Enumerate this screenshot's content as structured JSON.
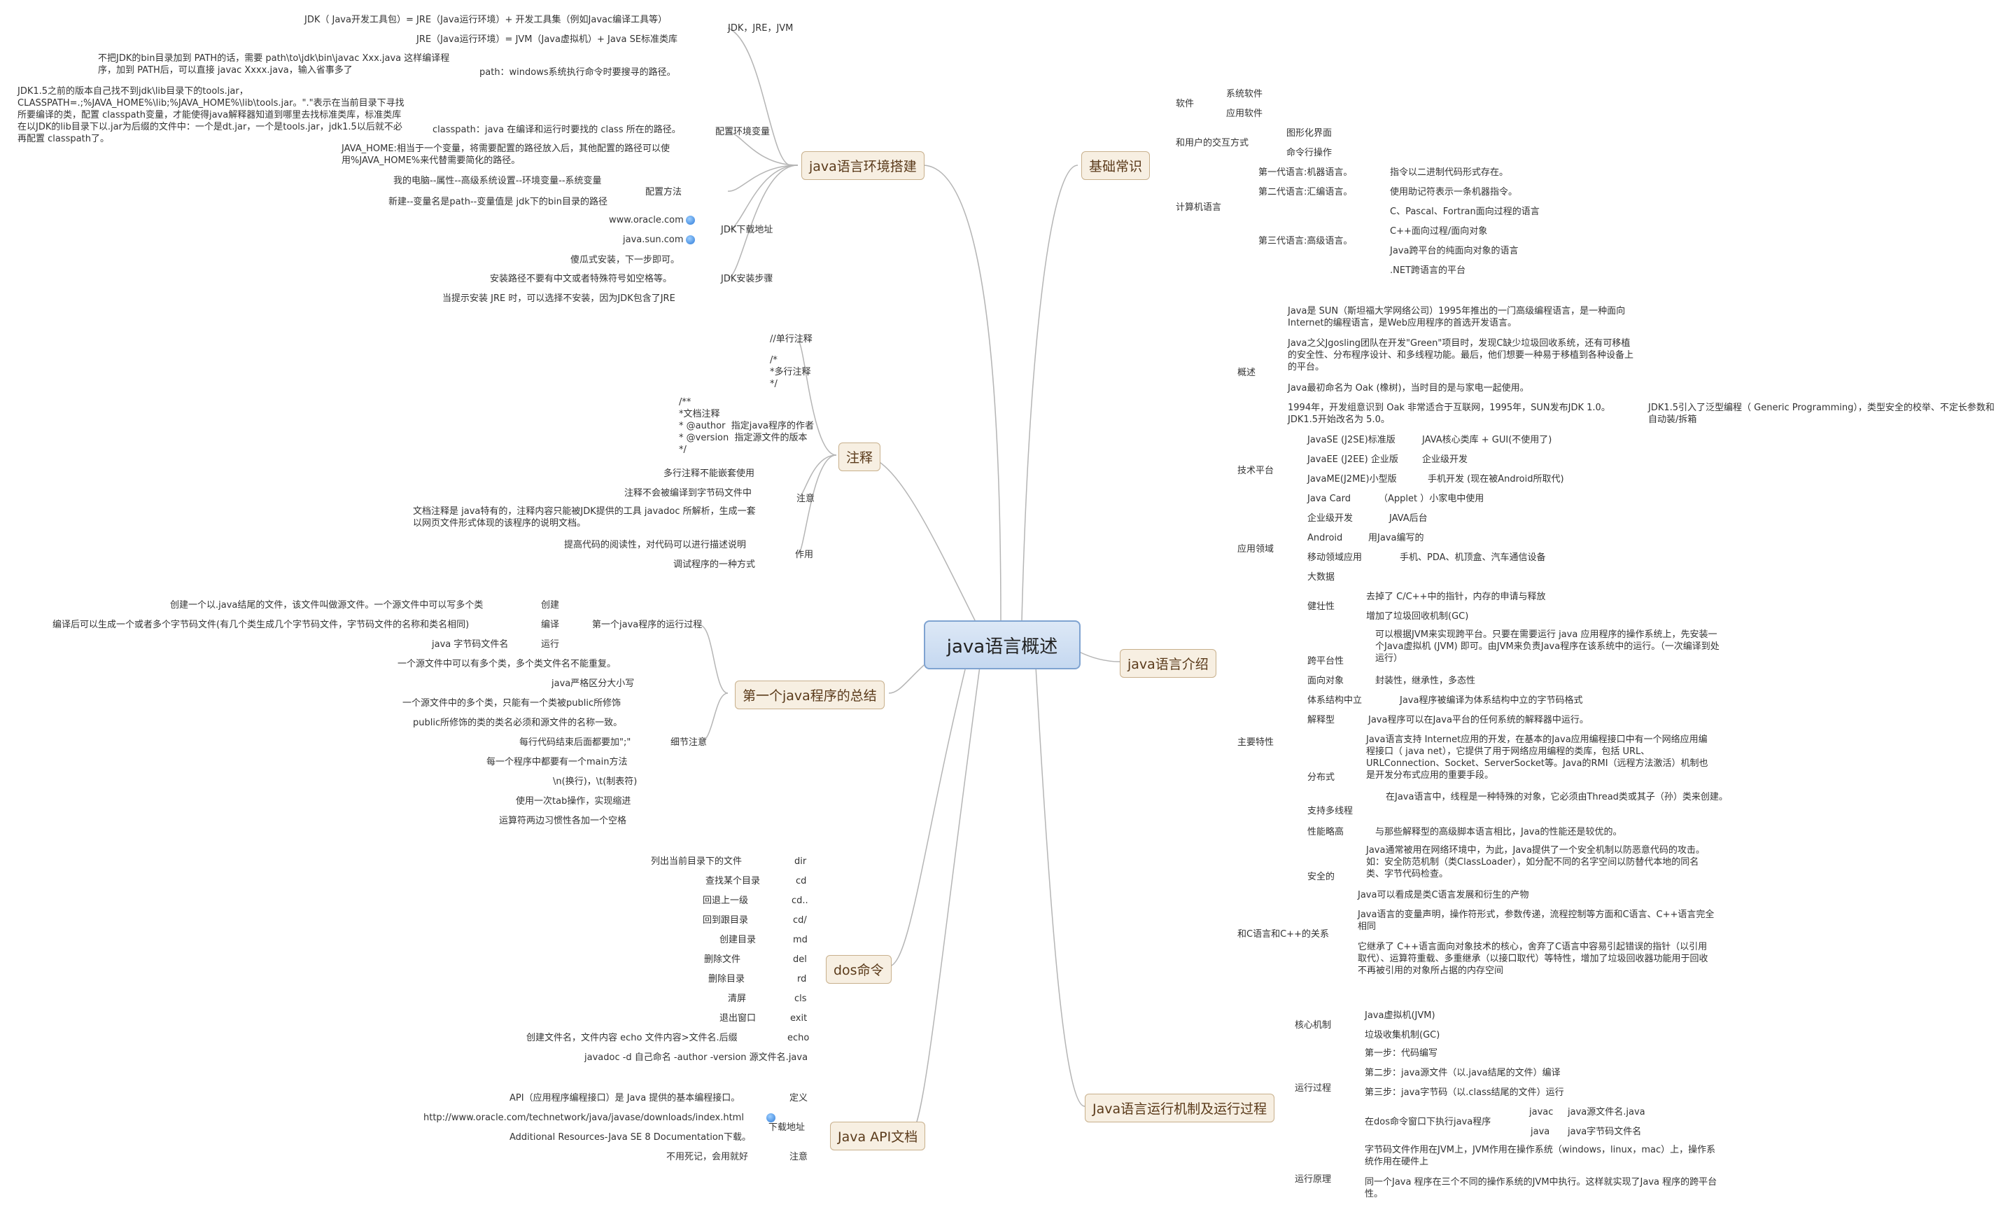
{
  "center": "java语言概述",
  "main": {
    "basics": "基础常识",
    "env": "java语言环境搭建",
    "comments": "注释",
    "first": "第一个java程序的总结",
    "dos": "dos命令",
    "api": "Java API文档",
    "intro": "java语言介绍",
    "runtime": "Java语言运行机制及运行过程"
  },
  "env": {
    "jdk_jre_jvm": "JDK，JRE，JVM",
    "jdk_def": "JDK（ Java开发工具包）= JRE（Java运行环境）+ 开发工具集（例如Javac编译工具等）",
    "jre_def": "JRE（Java运行环境）= JVM（Java虚拟机）+ Java SE标准类库",
    "config": "配置环境变量",
    "path": "path：windows系统执行命令时要搜寻的路径。",
    "path_note": "不把JDK的bin目录加到 PATH的话，需要 path\\to\\jdk\\bin\\javac Xxx.java 这样编译程序，加到 PATH后，可以直接 javac Xxxx.java，输入省事多了",
    "classpath": "classpath：java 在编译和运行时要找的 class 所在的路径。",
    "classpath_note": "JDK1.5之前的版本自己找不到jdk\\lib目录下的tools.jar，CLASSPATH=.;%JAVA_HOME%\\lib;%JAVA_HOME%\\lib\\tools.jar。\".\"表示在当前目录下寻找所要编译的类，配置 classpath变量，才能使得java解释器知道到哪里去找标准类库，标准类库在以JDK的lib目录下以.jar为后缀的文件中：一个是dt.jar，一个是tools.jar，jdk1.5以后就不必再配置 classpath了。",
    "java_home": "JAVA_HOME:相当于一个变量，将需要配置的路径放入后，其他配置的路径可以使用%JAVA_HOME%来代替需要简化的路径。",
    "method": "配置方法",
    "method1": "我的电脑--属性--高级系统设置--环境变量--系统变量",
    "method2": "新建--变量名是path--变量值是 jdk下的bin目录的路径",
    "download": "JDK下载地址",
    "url1": "www.oracle.com",
    "url2": "java.sun.com",
    "install": "JDK安装步骤",
    "install1": "傻瓜式安装，下一步即可。",
    "install2": "安装路径不要有中文或者特殊符号如空格等。",
    "install3": "当提示安装 JRE 时，可以选择不安装，因为JDK包含了JRE"
  },
  "comments": {
    "single": "//单行注释",
    "multi": "/*\n*多行注释\n*/",
    "doc": "/**\n*文档注释\n* @author  指定java程序的作者\n* @version  指定源文件的版本\n*/",
    "notes": "注意",
    "note1": "多行注释不能嵌套使用",
    "note2": "注释不会被编译到字节码文件中",
    "note3": "文档注释是 java特有的，注释内容只能被JDK提供的工具 javadoc 所解析，生成一套以网页文件形式体现的该程序的说明文档。",
    "effect": "作用",
    "effect1": "提高代码的阅读性，对代码可以进行描述说明",
    "effect2": "调试程序的一种方式"
  },
  "first": {
    "process": "第一个java程序的运行过程",
    "create": "创建",
    "create_desc": "创建一个以.java结尾的文件，该文件叫做源文件。一个源文件中可以写多个类",
    "compile": "编译",
    "compile_desc": "编译后可以生成一个或者多个字节码文件(有几个类生成几个字节码文件，字节码文件的名称和类名相同)",
    "run": "运行",
    "run_desc": "java 字节码文件名",
    "detail": "细节注意",
    "d1": "一个源文件中可以有多个类，多个类文件名不能重复。",
    "d2": "java严格区分大小写",
    "d3": "一个源文件中的多个类，只能有一个类被public所修饰",
    "d4": "public所修饰的类的类名必须和源文件的名称一致。",
    "d5": "每行代码结束后面都要加\";\"",
    "d6": "每一个程序中都要有一个main方法",
    "d7": "\\n(换行)，\\t(制表符)",
    "d8": "使用一次tab操作，实现缩进",
    "d9": "运算符两边习惯性各加一个空格"
  },
  "dos": [
    {
      "desc": "列出当前目录下的文件",
      "cmd": "dir"
    },
    {
      "desc": "查找某个目录",
      "cmd": "cd"
    },
    {
      "desc": "回退上一级",
      "cmd": "cd.."
    },
    {
      "desc": "回到跟目录",
      "cmd": "cd/"
    },
    {
      "desc": "创建目录",
      "cmd": "md"
    },
    {
      "desc": "删除文件",
      "cmd": "del"
    },
    {
      "desc": "删除目录",
      "cmd": "rd"
    },
    {
      "desc": "清屏",
      "cmd": "cls"
    },
    {
      "desc": "退出窗口",
      "cmd": "exit"
    },
    {
      "desc": "创建文件名，文件内容  echo 文件内容>文件名.后缀",
      "cmd": "echo"
    },
    {
      "desc": "javadoc -d 自己命名 -author -version 源文件名.java",
      "cmd": ""
    }
  ],
  "api": {
    "def": "定义",
    "def_desc": "API（应用程序编程接口）是 Java 提供的基本编程接口。",
    "download": "下载地址",
    "url": "http://www.oracle.com/technetwork/java/javase/downloads/index.html",
    "url_note": "Additional Resources-Java SE 8 Documentation下载。",
    "note": "注意",
    "note_desc": "不用死记，会用就好"
  },
  "basics": {
    "software": "软件",
    "sys_sw": "系统软件",
    "app_sw": "应用软件",
    "interact": "和用户的交互方式",
    "gui": "图形化界面",
    "cli": "命令行操作",
    "lang": "计算机语言",
    "gen1": "第一代语言:机器语言。",
    "gen1_desc": "指令以二进制代码形式存在。",
    "gen2": "第二代语言:汇编语言。",
    "gen2_desc": "使用助记符表示一条机器指令。",
    "gen3": "第三代语言:高级语言。",
    "gen3_a": "C、Pascal、Fortran面向过程的语言",
    "gen3_b": "C++面向过程/面向对象",
    "gen3_c": "Java跨平台的纯面向对象的语言",
    "gen3_d": ".NET跨语言的平台"
  },
  "intro": {
    "overview": "概述",
    "ov1": "Java是 SUN（斯坦福大学网络公司）1995年推出的一门高级编程语言，是一种面向Internet的编程语言，是Web应用程序的首选开发语言。",
    "ov2": "Java之父Jgosling团队在开发\"Green\"项目时，发现C缺少垃圾回收系统，还有可移植的安全性、分布程序设计、和多线程功能。最后，他们想要一种易于移植到各种设备上的平台。",
    "ov3": "Java最初命名为 Oak (橡树)，当时目的是与家电一起使用。",
    "ov4": "1994年，开发组意识到 Oak 非常适合于互联网，1995年，SUN发布JDK 1.0。JDK1.5开始改名为 5.0。",
    "ov4b": "JDK1.5引入了泛型编程（ Generic Programming），类型安全的校举、不定长参数和自动装/拆箱",
    "platform": "技术平台",
    "p1": "JavaSE (J2SE)标准版",
    "p1d": "JAVA核心类库 + GUI(不使用了)",
    "p2": "JavaEE (J2EE) 企业版",
    "p2d": "企业级开发",
    "p3": "JavaME(J2ME)小型版",
    "p3d": "手机开发 (现在被Android所取代)",
    "p4": "Java Card",
    "p4d": "（Applet ）小家电中使用",
    "field": "应用领域",
    "f1": "企业级开发",
    "f1d": "JAVA后台",
    "f2": "Android",
    "f2d": "用Java编写的",
    "f3": "移动领域应用",
    "f3d": "手机、PDA、机顶盒、汽车通信设备",
    "f4": "大数据",
    "features": "主要特性",
    "robust": "健壮性",
    "r1": "去掉了 C/C++中的指针，内存的申请与释放",
    "r2": "增加了垃圾回收机制(GC)",
    "cross": "跨平台性",
    "cross_d": "可以根据JVM来实现跨平台。只要在需要运行 java 应用程序的操作系统上，先安装一个Java虚拟机 (JVM) 即可。由JVM来负责Java程序在该系统中的运行。（一次编译到处运行）",
    "oo": "面向对象",
    "oo_d": "封装性，继承性，多态性",
    "neutral": "体系结构中立",
    "neutral_d": "Java程序被编译为体系结构中立的字节码格式",
    "interp": "解释型",
    "interp_d": "Java程序可以在Java平台的任何系统的解释器中运行。",
    "dist": "分布式",
    "dist_d": "Java语言支持 Internet应用的开发，在基本的Java应用编程接口中有一个网络应用编程接口（ java net），它提供了用于网络应用编程的类库，包括 URL、URLConnection、Socket、ServerSocket等。Java的RMI（远程方法激活）机制也是开发分布式应用的重要手段。",
    "mt": "支持多线程",
    "mt_d": "在Java语言中，线程是一种特殊的对象，它必须由Thread类或其子（孙）类来创建。",
    "perf": "性能略高",
    "perf_d": "与那些解释型的高级脚本语言相比，Java的性能还是较优的。",
    "safe": "安全的",
    "safe_d": "Java通常被用在网络环境中，为此，Java提供了一个安全机制以防恶意代码的攻击。如：安全防范机制（类ClassLoader），如分配不同的名字空间以防替代本地的同名类、字节代码检查。",
    "cpp": "和C语言和C++的关系",
    "cpp1": "Java可以看成是类C语言发展和衍生的产物",
    "cpp2": "Java语言的变量声明，操作符形式，参数传递，流程控制等方面和C语言、C++语言完全相同",
    "cpp3": "它继承了 C++语言面向对象技术的核心，舍弃了C语言中容易引起错误的指针（以引用取代）、运算符重载、多重继承（以接口取代）等特性，增加了垃圾回收器功能用于回收不再被引用的对象所占据的内存空间"
  },
  "runtime": {
    "core": "核心机制",
    "c1": "Java虚拟机(JVM)",
    "c2": "垃圾收集机制(GC)",
    "process": "运行过程",
    "s1": "第一步：代码编写",
    "s2": "第二步：java源文件（以.java结尾的文件）编译",
    "s3": "第三步：java字节码（以.class结尾的文件）运行",
    "s4": "在dos命令窗口下执行java程序",
    "javac": "javac",
    "javac_d": "java源文件名.java",
    "java": "java",
    "java_d": "java字节码文件名",
    "principle": "运行原理",
    "pr1": "字节码文件作用在JVM上，JVM作用在操作系统（windows，linux，mac）上，操作系统作用在硬件上",
    "pr2": "同一个Java 程序在三个不同的操作系统的JVM中执行。这样就实现了Java 程序的跨平台性。"
  }
}
